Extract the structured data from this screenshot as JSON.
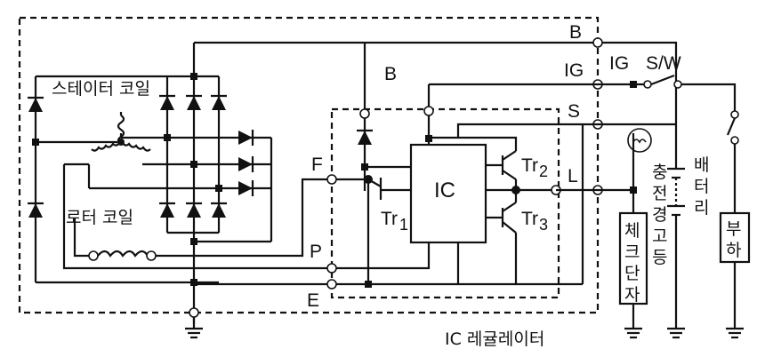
{
  "labels": {
    "stator_coil": "스테이터 코일",
    "rotor_coil": "로터 코일",
    "regulator": "IC 레귤레이터",
    "terminal_b_outer": "B",
    "terminal_ig_outer": "IG",
    "terminal_s": "S",
    "terminal_l": "L",
    "terminal_b_inner": "B",
    "terminal_f": "F",
    "terminal_p": "P",
    "terminal_e": "E",
    "ic": "IC",
    "tr1": "Tr",
    "tr1_sub": "1",
    "tr2": "Tr",
    "tr2_sub": "2",
    "tr3": "Tr",
    "tr3_sub": "3",
    "ig_switch": "IG",
    "sw_switch": "S/W",
    "check_terminal": [
      "체",
      "크",
      "단",
      "자"
    ],
    "charge_warning_lamp": [
      "충",
      "전",
      "경",
      "고",
      "등"
    ],
    "battery": [
      "배",
      "터",
      "리"
    ],
    "load": [
      "부",
      "하"
    ]
  }
}
